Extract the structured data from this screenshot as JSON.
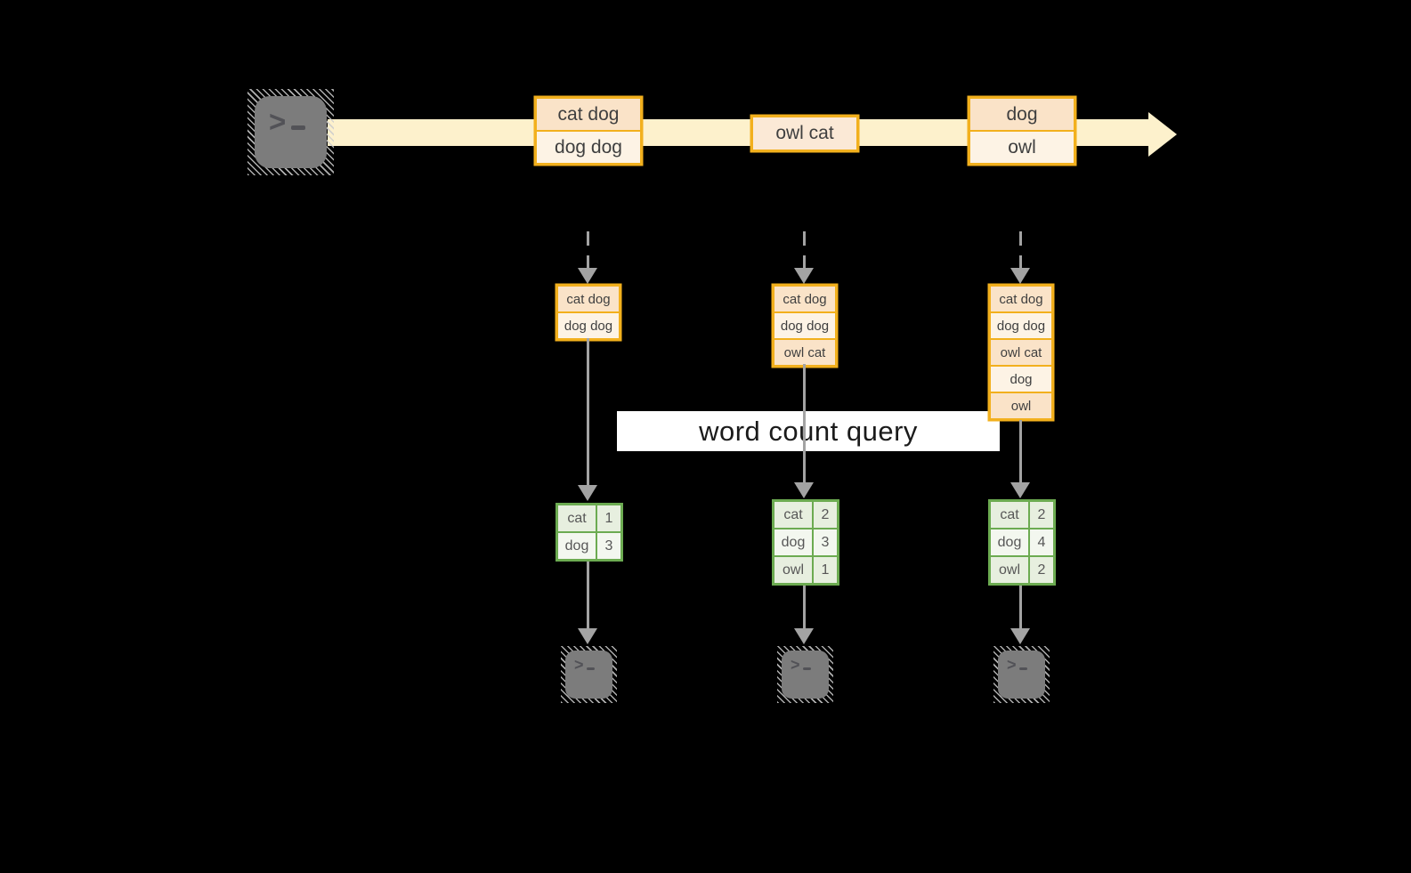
{
  "diagram": {
    "query_label": "word count query",
    "terminal_prompt_chevron": ">",
    "stream_batches": [
      {
        "cells": [
          "cat dog",
          "dog dog"
        ]
      },
      {
        "cells": [
          "owl cat"
        ]
      },
      {
        "cells": [
          "dog",
          "owl"
        ]
      }
    ],
    "micro_batches": [
      {
        "cells": [
          "cat dog",
          "dog dog"
        ]
      },
      {
        "cells": [
          "cat dog",
          "dog dog",
          "owl cat"
        ]
      },
      {
        "cells": [
          "cat dog",
          "dog dog",
          "owl cat",
          "dog",
          "owl"
        ]
      }
    ],
    "count_tables": [
      {
        "rows": [
          [
            "cat",
            1
          ],
          [
            "dog",
            3
          ]
        ]
      },
      {
        "rows": [
          [
            "cat",
            2
          ],
          [
            "dog",
            3
          ],
          [
            "owl",
            1
          ]
        ]
      },
      {
        "rows": [
          [
            "cat",
            2
          ],
          [
            "dog",
            4
          ],
          [
            "owl",
            2
          ]
        ]
      }
    ],
    "colors": {
      "background": "#000000",
      "band": "#fdf1cc",
      "peach": "#fae3c8",
      "peach_light": "#fbe9d6",
      "cream": "#fdf3e5",
      "orange_border": "#f2b01d",
      "green_border": "#6cab51",
      "green_row_a": "#e7efdf",
      "green_row_b": "#f3f7ef",
      "arrow_gray": "#a3a3a3",
      "terminal_fill": "#7c7c7c",
      "terminal_glyph": "#525257",
      "text_dark": "#3f3f3f",
      "text_table": "#575757",
      "label_bg": "#ffffff",
      "label_ink": "#1b1b1b"
    }
  }
}
